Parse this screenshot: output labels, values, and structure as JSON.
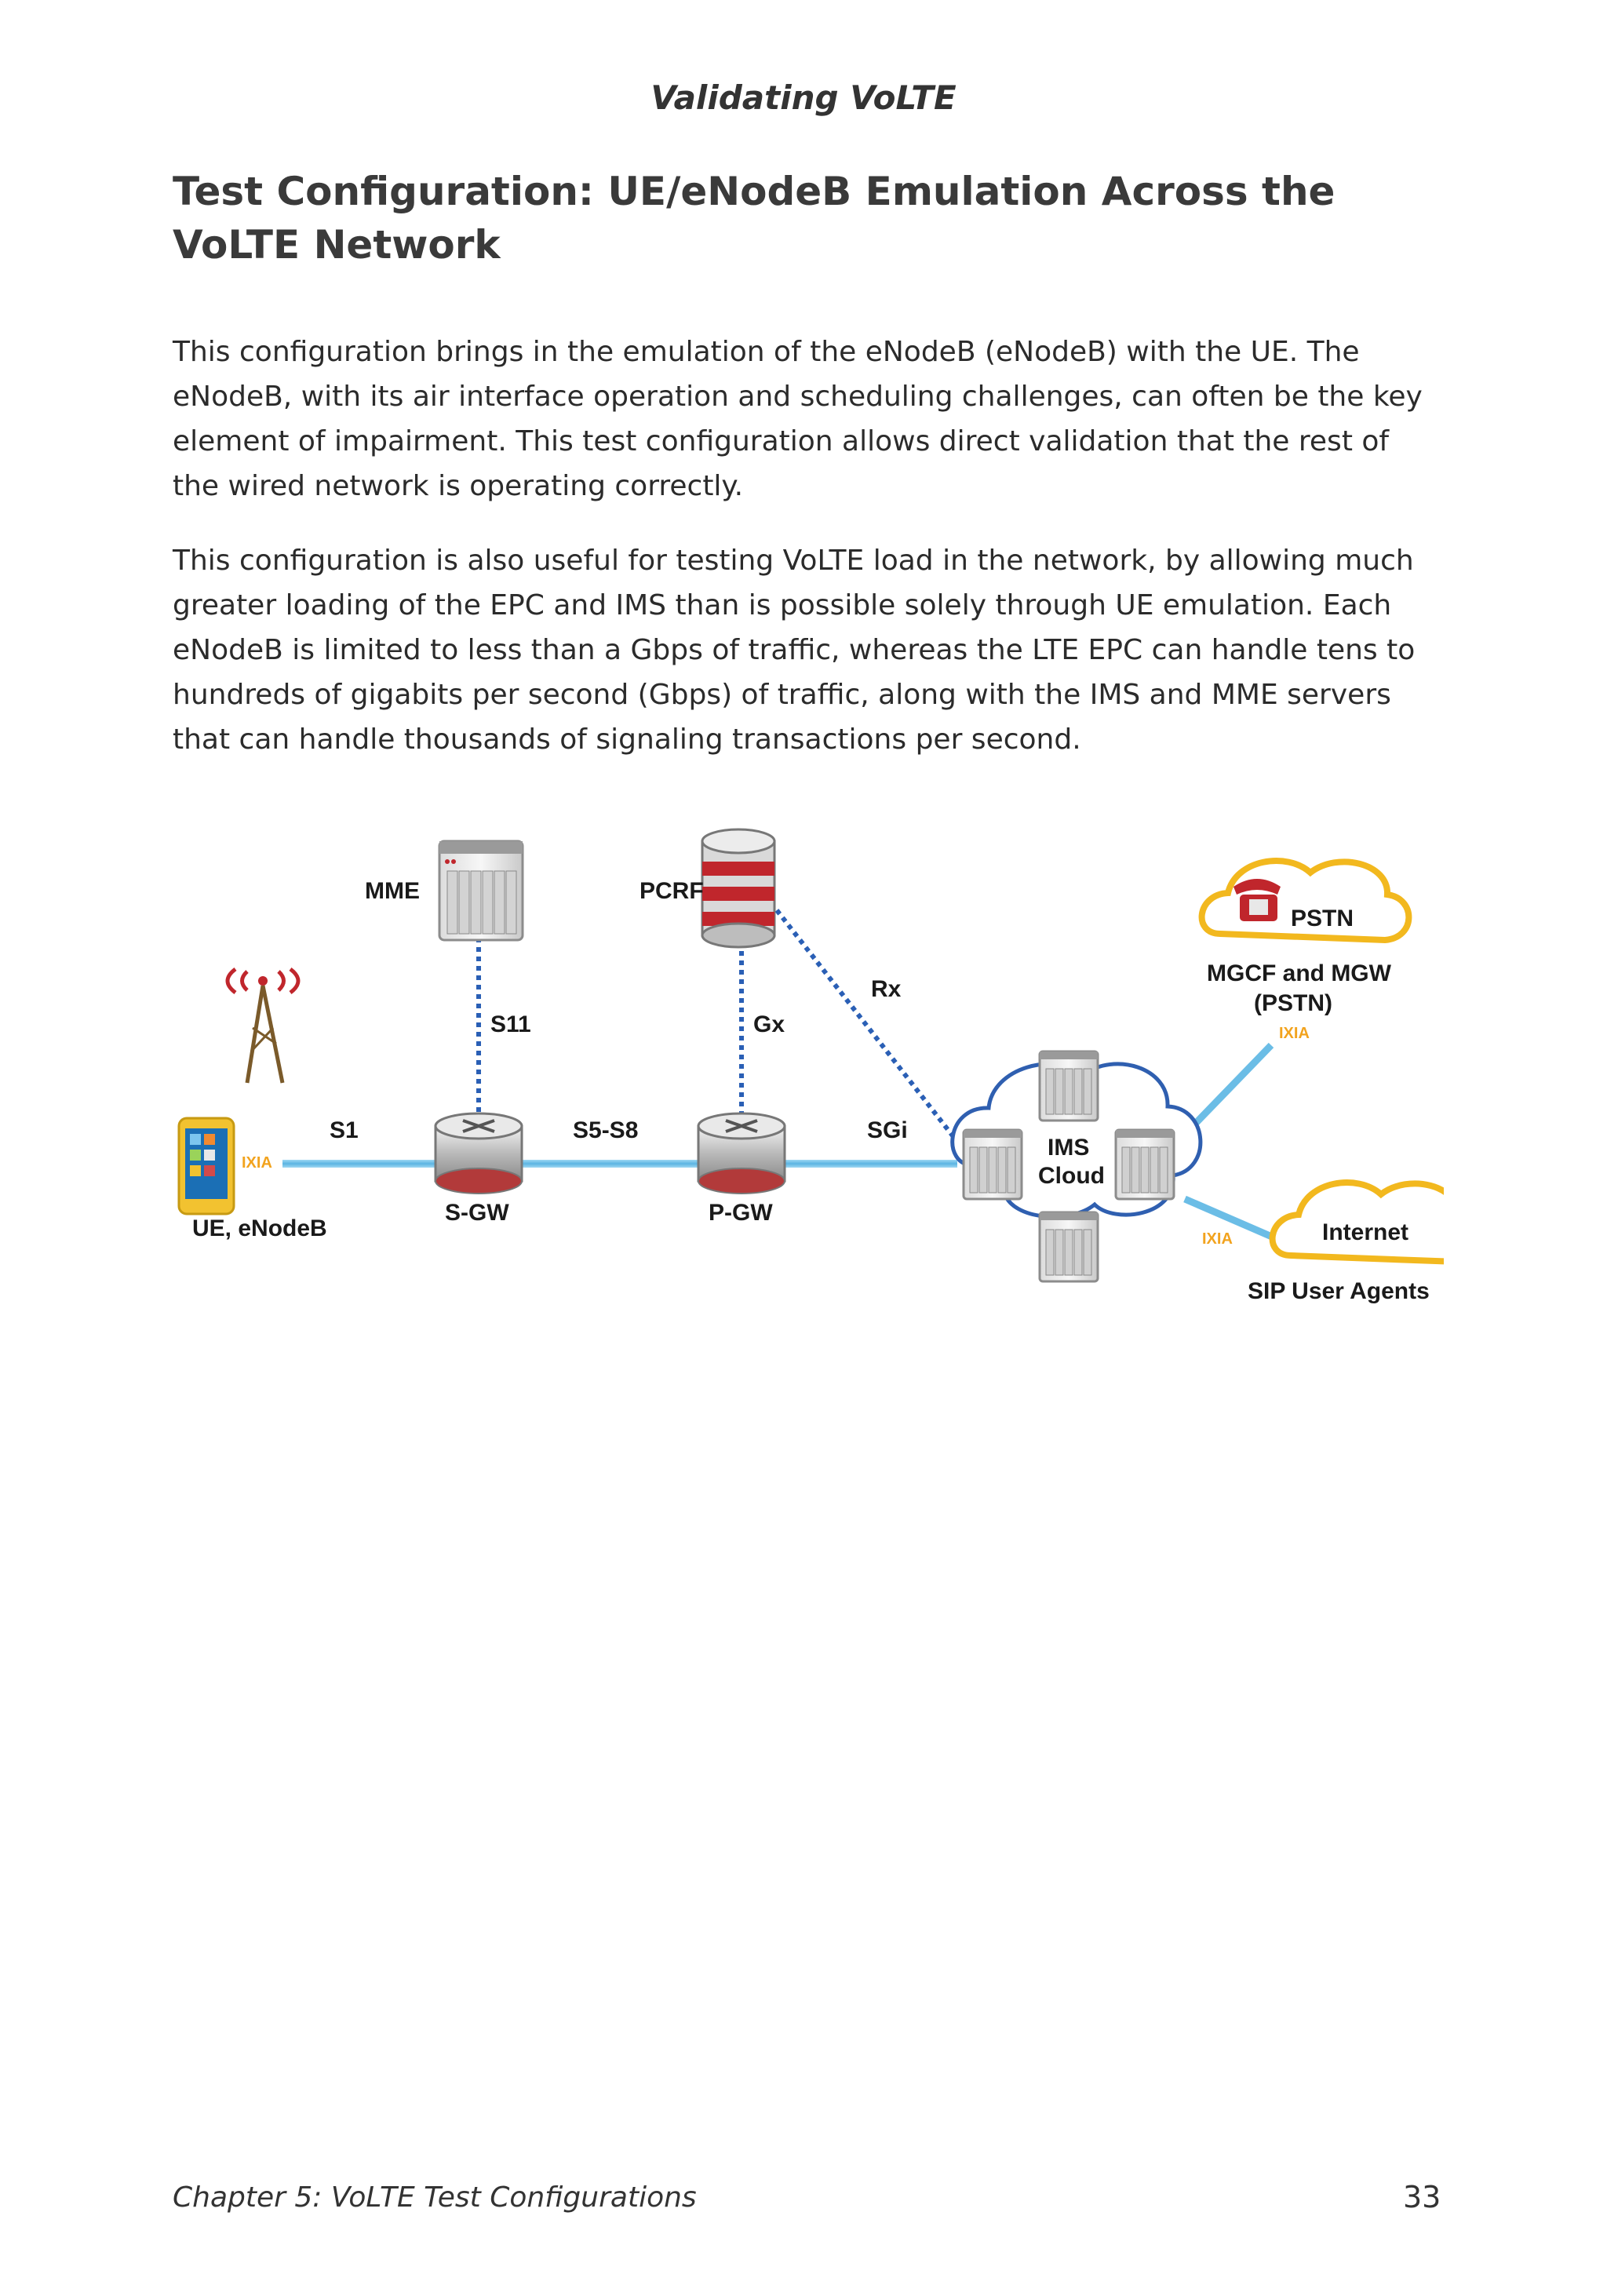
{
  "running_head": "Validating VoLTE",
  "section": {
    "title_line1": "Test Configuration: UE/eNodeB Emulation Across the",
    "title_line2": "VoLTE Network"
  },
  "paragraphs": [
    "This configuration brings in the emulation of the eNodeB (eNodeB) with the UE. The eNodeB, with its air interface operation and scheduling challenges, can often be the key element of impairment. This test configuration allows direct validation that the rest of the wired network is operating correctly.",
    "This configuration is also useful for testing VoLTE load in the network, by allowing much greater loading of the EPC and IMS than is possible solely through UE emulation. Each eNodeB is limited to less than a Gbps of traffic, whereas the LTE EPC can handle tens to hundreds of gigabits per second (Gbps) of traffic, along with the IMS and MME servers that can handle thousands of signaling transactions per second."
  ],
  "diagram": {
    "nodes": {
      "mme": "MME",
      "pcrf": "PCRF",
      "ue": "UE, eNodeB",
      "sgw": "S-GW",
      "pgw": "P-GW",
      "ims_line1": "IMS",
      "ims_line2": "Cloud",
      "pstn": "PSTN",
      "mgcf_line1": "MGCF and MGW",
      "mgcf_line2": "(PSTN)",
      "internet": "Internet",
      "sip": "SIP User Agents"
    },
    "interfaces": {
      "s1": "S1",
      "s11": "S11",
      "s5s8": "S5-S8",
      "gx": "Gx",
      "rx": "Rx",
      "sgi": "SGi"
    },
    "brand": "IXIA",
    "colors": {
      "link": "#6bbde6",
      "signaling": "#2a5fb5",
      "cloud_outline": "#f2b81e",
      "ims_cloud_outline": "#2f5fb0",
      "brand": "#f2a31e",
      "server_red": "#c0262c"
    }
  },
  "footer": {
    "chapter": "Chapter 5: VoLTE Test Configurations",
    "page_number": "33"
  }
}
